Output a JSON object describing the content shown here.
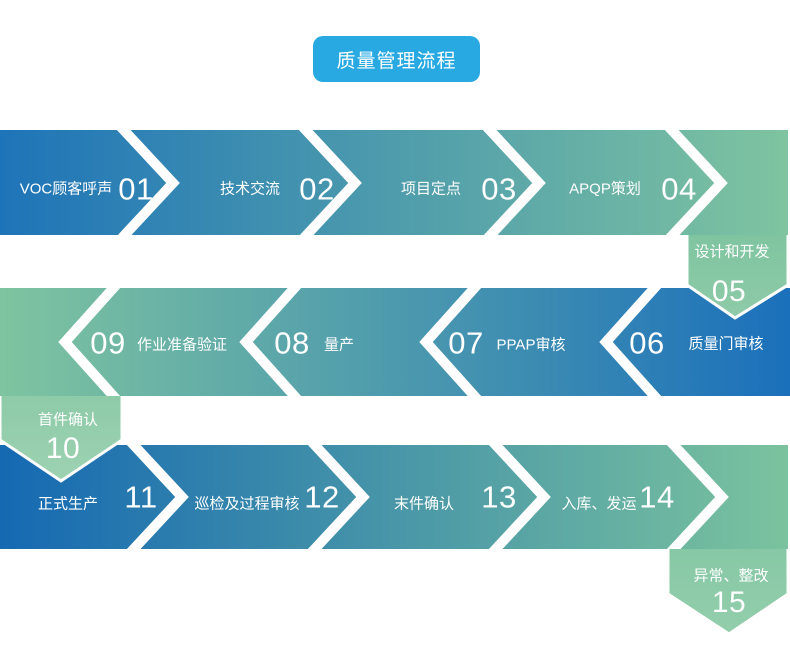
{
  "title": "质量管理流程",
  "colors": {
    "title_bg": "#29a9e2",
    "text": "#ffffff",
    "row1_left": "#1e74b8",
    "row1_right": "#7fc4a0",
    "row2_left": "#7fc4a0",
    "row2_right": "#1b70bb",
    "row3_left": "#1569b2",
    "row3_right": "#7bc39e",
    "p05_top": "#76c09c",
    "p05_bottom": "#8fcba8",
    "p10_top": "#84c6a3",
    "p10_bottom": "#9dd2b1",
    "p15_top": "#7cc3a0",
    "p15_bottom": "#93ceac"
  },
  "steps": [
    {
      "num": "01",
      "label": "VOC顾客呼声"
    },
    {
      "num": "02",
      "label": "技术交流"
    },
    {
      "num": "03",
      "label": "项目定点"
    },
    {
      "num": "04",
      "label": "APQP策划"
    },
    {
      "num": "05",
      "label": "设计和开发"
    },
    {
      "num": "06",
      "label": "质量门审核"
    },
    {
      "num": "07",
      "label": "PPAP审核"
    },
    {
      "num": "08",
      "label": "量产"
    },
    {
      "num": "09",
      "label": "作业准备验证"
    },
    {
      "num": "10",
      "label": "首件确认"
    },
    {
      "num": "11",
      "label": "正式生产"
    },
    {
      "num": "12",
      "label": "巡检及过程审核"
    },
    {
      "num": "13",
      "label": "末件确认"
    },
    {
      "num": "14",
      "label": "入库、发运"
    },
    {
      "num": "15",
      "label": "异常、整改"
    }
  ]
}
